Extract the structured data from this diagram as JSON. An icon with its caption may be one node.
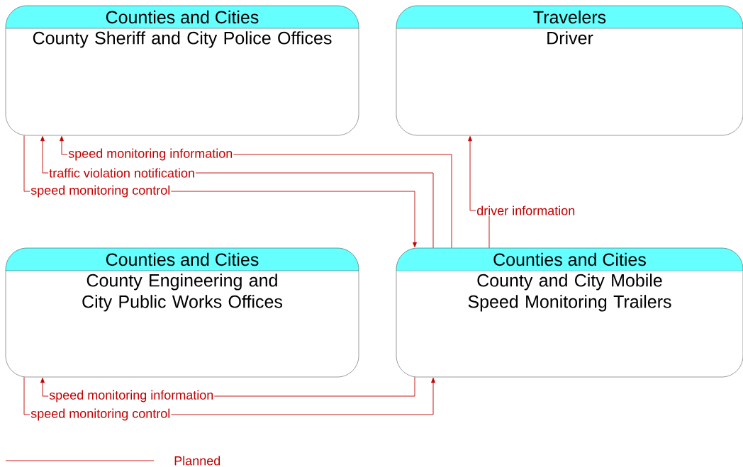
{
  "diagram": {
    "nodes": [
      {
        "text": [
          "Counties and Cities",
          "County Sheriff and City Police Offices"
        ]
      },
      {
        "text": [
          "Travelers",
          "Driver"
        ]
      },
      {
        "text": [
          "Counties and Cities",
          "County Engineering and City Public Works Offices"
        ]
      },
      {
        "text": [
          "Counties and Cities",
          "County and City Mobile Speed Monitoring Trailers"
        ]
      }
    ],
    "edges": [
      {
        "from": 3,
        "to": 0,
        "arrow": "to",
        "label": "speed monitoring information"
      },
      {
        "from": 3,
        "to": 0,
        "arrow": "to",
        "label": "traffic violation notification"
      },
      {
        "from": 0,
        "to": 3,
        "arrow": "to",
        "label": "speed monitoring control"
      },
      {
        "from": 3,
        "to": 1,
        "arrow": "to",
        "label": "driver information"
      },
      {
        "from": 3,
        "to": 2,
        "arrow": "to",
        "label": "speed monitoring information"
      },
      {
        "from": 2,
        "to": 3,
        "arrow": "to",
        "label": "speed monitoring control"
      }
    ],
    "legend": [
      {
        "text": "Planned"
      }
    ]
  }
}
